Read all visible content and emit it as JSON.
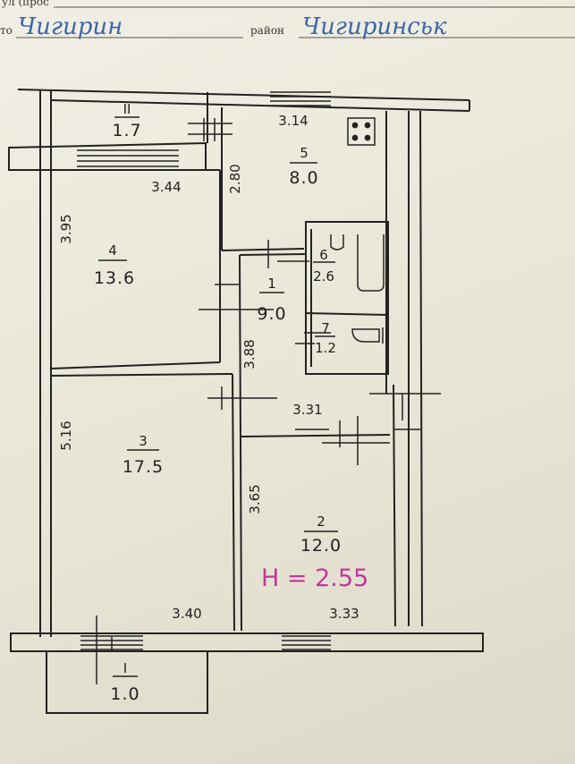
{
  "header": {
    "top_fragment": "ул (прос",
    "left_fragment": "то",
    "city_value": "Чигирин",
    "district_label": "район",
    "district_value": "Чигиринськ"
  },
  "rooms": [
    {
      "id": "balcony-top",
      "number": "II",
      "area": "1.7"
    },
    {
      "id": "kitchen",
      "number": "5",
      "area": "8.0"
    },
    {
      "id": "room-4",
      "number": "4",
      "area": "13.6"
    },
    {
      "id": "bath",
      "number": "6",
      "area": "2.6"
    },
    {
      "id": "corridor",
      "number": "1",
      "area": "9.0"
    },
    {
      "id": "wc",
      "number": "7",
      "area": "1.2"
    },
    {
      "id": "room-3",
      "number": "3",
      "area": "17.5"
    },
    {
      "id": "room-2",
      "number": "2",
      "area": "12.0"
    },
    {
      "id": "balcony-bottom",
      "number": "I",
      "area": "1.0"
    }
  ],
  "dimensions": {
    "kitchen_top": "3.14",
    "kitchen_side": "2.80",
    "room4_top": "3.44",
    "room4_side": "3.95",
    "corridor_side": "3.88",
    "corridor_bottom": "3.31",
    "room3_side": "5.16",
    "room3_bottom": "3.40",
    "room2_side": "3.65",
    "room2_bottom": "3.33"
  },
  "ceiling_height": "H = 2.55"
}
